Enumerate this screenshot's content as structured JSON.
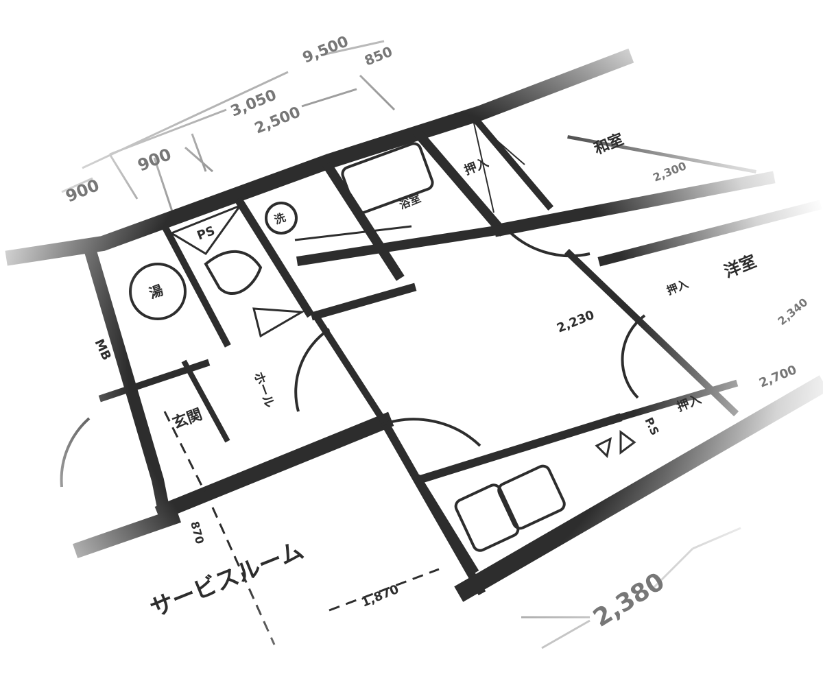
{
  "colors": {
    "ink": "#2d2d2d",
    "dimension_ink": "#888888",
    "background": "#ffffff"
  },
  "dimensions": {
    "total_top": "9,500",
    "top_right": "850",
    "top_mid": "3,050",
    "top_inner": "2,500",
    "top_left_a": "900",
    "top_left_b": "900",
    "living": "2,230",
    "japanese_room": "2,300",
    "western_room": "2,340",
    "right_side": "2,700",
    "service_room_width": "1,870",
    "service_room_depth": "870",
    "bottom": "2,380"
  },
  "rooms": {
    "pipe_space_top": "PS",
    "bathroom": "浴室",
    "closet_top": "押入",
    "japanese_room": "和室",
    "western_room": "洋室",
    "closet_mid": "押入",
    "hall": "ホール",
    "entrance": "玄関",
    "meter_box": "MB",
    "pipe_space_right": "P.S",
    "closet_right": "押入",
    "service_room": "サービスルーム"
  },
  "fixtures": {
    "washer_symbol": "洗",
    "water_heater_symbol": "湯"
  }
}
